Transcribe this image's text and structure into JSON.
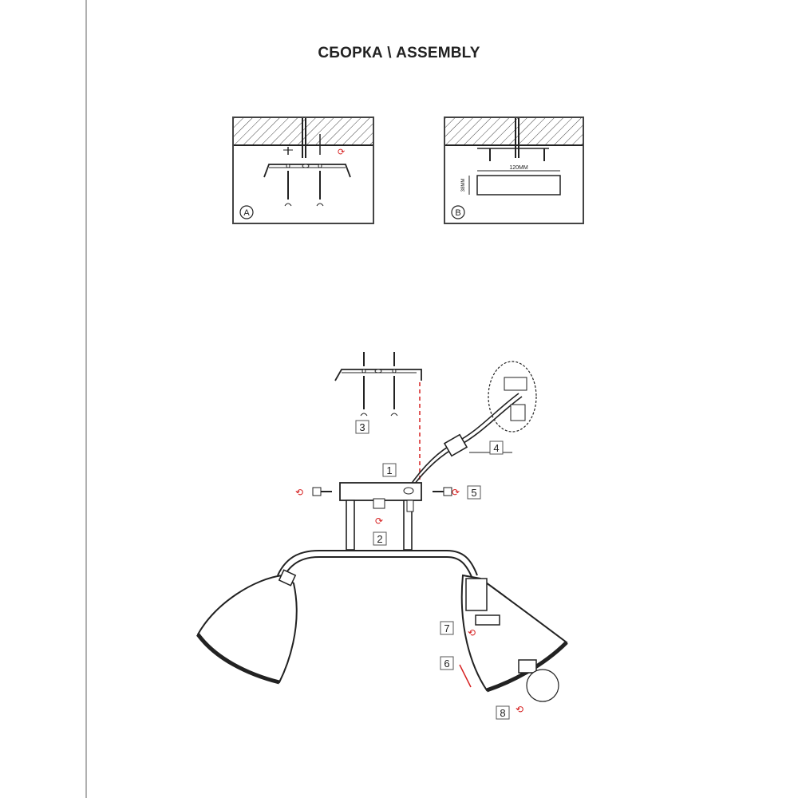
{
  "title": "СБОРКА \\ ASSEMBLY",
  "panel_a": {
    "label": "A"
  },
  "panel_b": {
    "label": "B",
    "dimension_label": "120MM",
    "side_label": "38MM"
  },
  "callouts": {
    "c1": "1",
    "c2": "2",
    "c3": "3",
    "c4": "4",
    "c5": "5",
    "c6": "6",
    "c7": "7",
    "c8": "8"
  },
  "colors": {
    "line": "#222222",
    "accent": "#d62020",
    "frame": "#444444"
  }
}
